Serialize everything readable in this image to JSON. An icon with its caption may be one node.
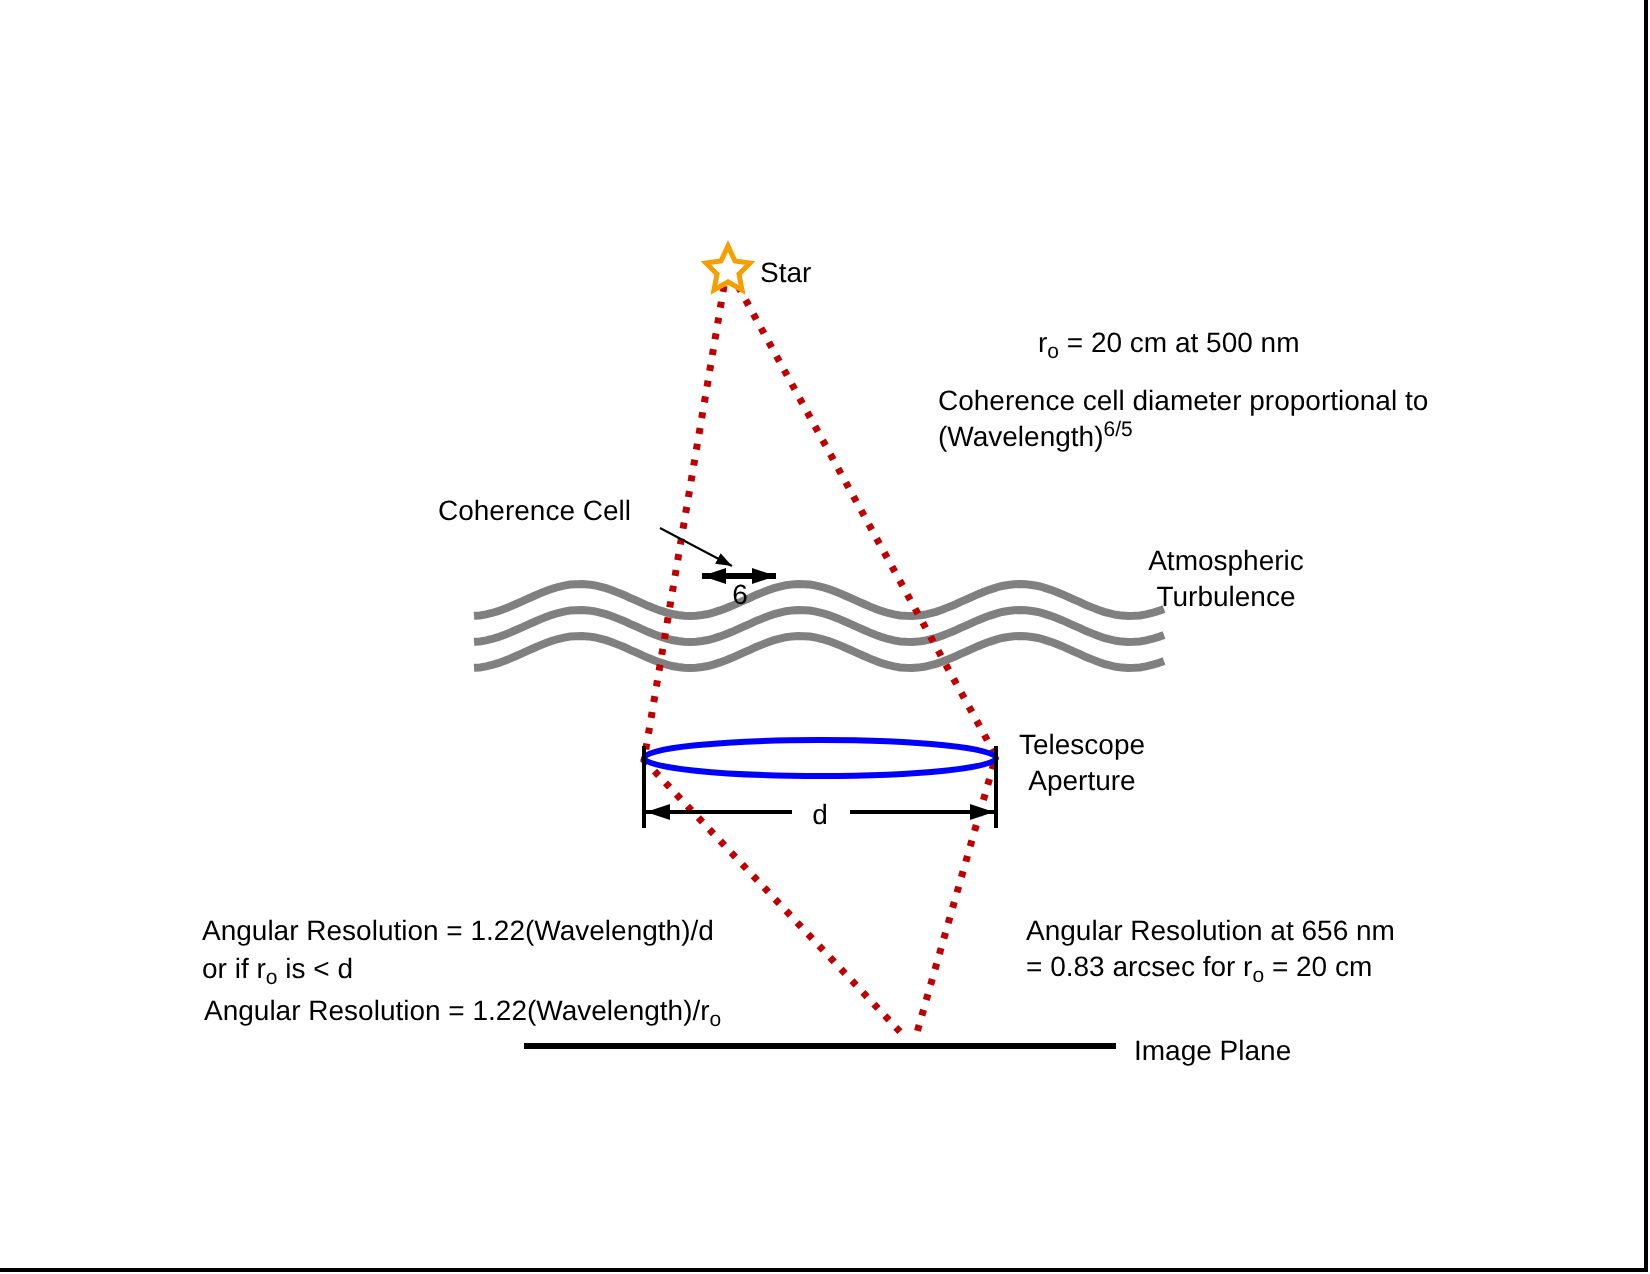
{
  "diagram": {
    "nodes": [
      {
        "text": [
          "Coherence Cell"
        ]
      },
      {
        "text": [],
        "shape": "bar"
      }
    ],
    "edges": [
      {
        "from": 0,
        "to": 1,
        "arrow": "to"
      }
    ],
    "labels": [
      "Star",
      "r$_{o}$ = 20 cm at 500 nm",
      "Coherence cell diameter proportional to (Wavelength)$^{6/5}$",
      "6",
      "Atmospheric Turbulence",
      "Telescope Aperture",
      "d",
      "Angular Resolution = 1.22(Wavelength)/d",
      "or if r$_{o}$ is < d",
      "Angular Resolution = 1.22(Wavelength)/r$_{o}$",
      "Angular Resolution at 656 nm = 0.83 arcsec for r$_{o}$ = 20 cm",
      "Image Plane"
    ]
  }
}
